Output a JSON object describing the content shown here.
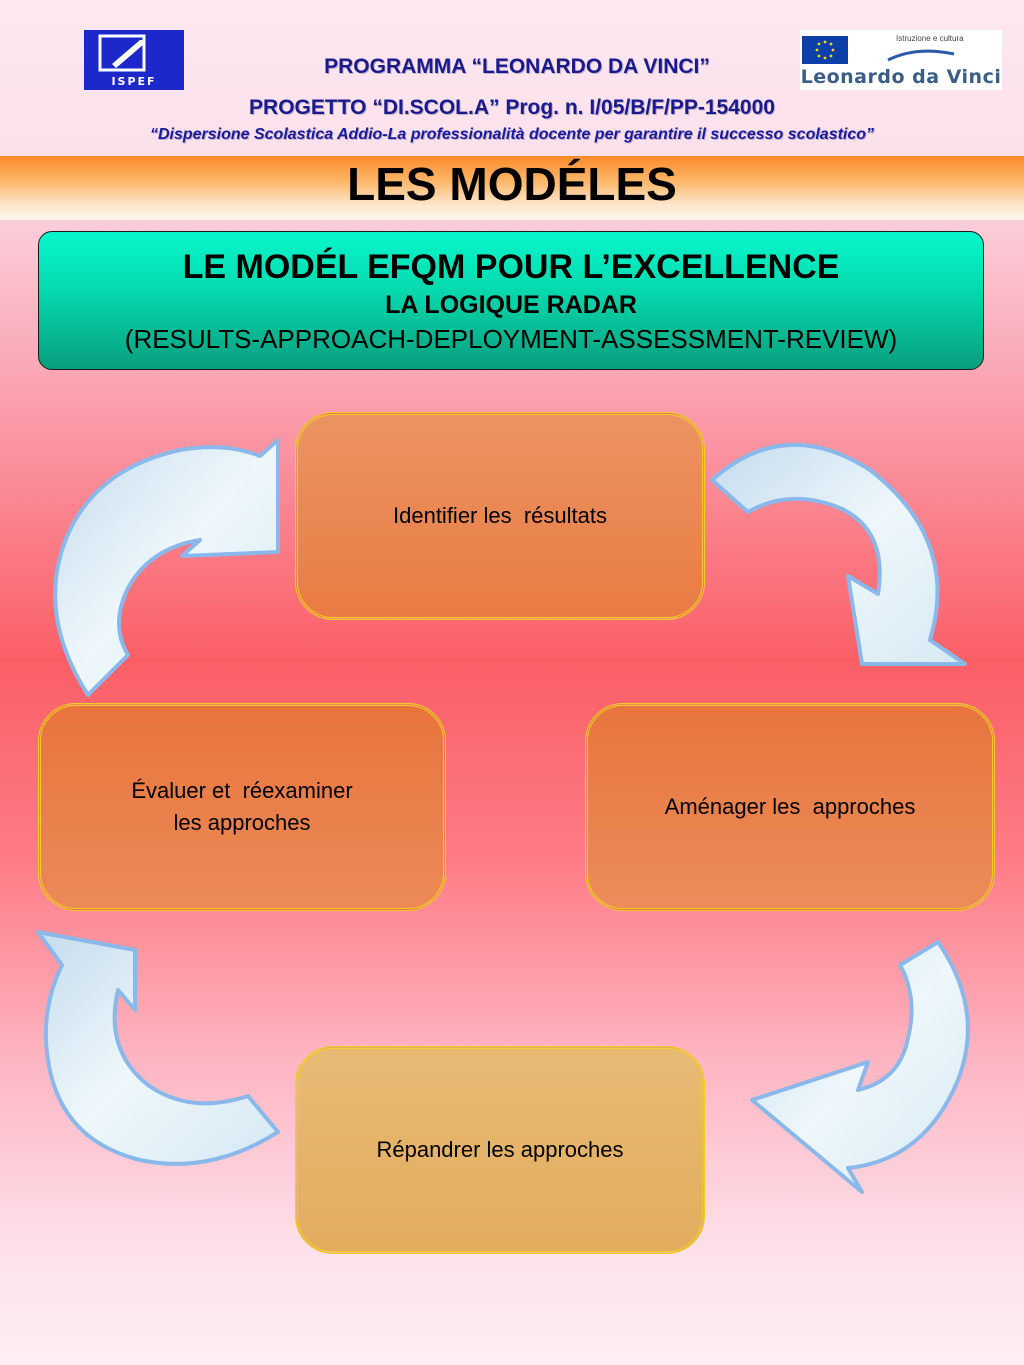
{
  "header": {
    "programme": "PROGRAMMA “LEONARDO DA VINCI”",
    "project": "PROGETTO “DI.SCOL.A” Prog. n. I/05/B/F/PP-154000",
    "subtitle": "“Dispersione Scolastica Addio-La professionalità docente per garantire il successo scolastico”",
    "logo_left_text": "ISPEF",
    "logo_right_small": "Istruzione e cultura",
    "logo_right_text": "Leonardo da Vinci"
  },
  "title": "LES MODÉLES",
  "banner": {
    "line1": "LE MODÉL EFQM POUR L’EXCELLENCE",
    "line2": "LA LOGIQUE RADAR",
    "line3": "(RESULTS-APPROACH-DEPLOYMENT-ASSESSMENT-REVIEW)"
  },
  "cycle": {
    "top": "Identifier les  résultats",
    "right": "Aménager les  approches",
    "bottom": "Répandrer les approches",
    "left_line1": "Évaluer et  réexaminer",
    "left_line2": "les approches"
  },
  "colors": {
    "banner": "#08f6cc",
    "box_border": "#f4cb2a",
    "box_orange": "#ea7b44",
    "box_tan": "#e2ac5e",
    "arrow_fill": "#e6f3fa",
    "arrow_stroke": "#8ab8ea"
  }
}
